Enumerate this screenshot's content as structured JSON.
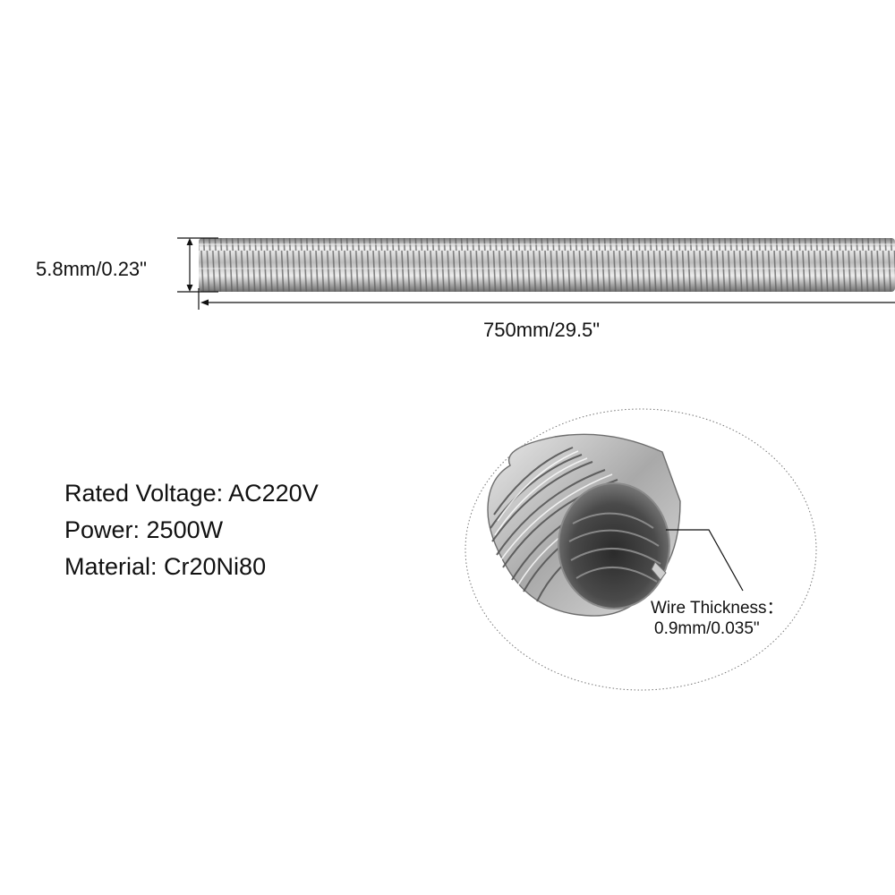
{
  "dimensions": {
    "diameter_label": "5.8mm/0.23\"",
    "length_label": "750mm/29.5\""
  },
  "specs": [
    "Rated Voltage: AC220V",
    "Power: 2500W",
    "Material: Cr20Ni80"
  ],
  "detail": {
    "wire_thickness_title": "Wire Thickness：",
    "wire_thickness_value": "0.9mm/0.035\""
  },
  "colors": {
    "metal_light": "#eeeeee",
    "metal_dark": "#6a6a6a",
    "line": "#111111"
  }
}
